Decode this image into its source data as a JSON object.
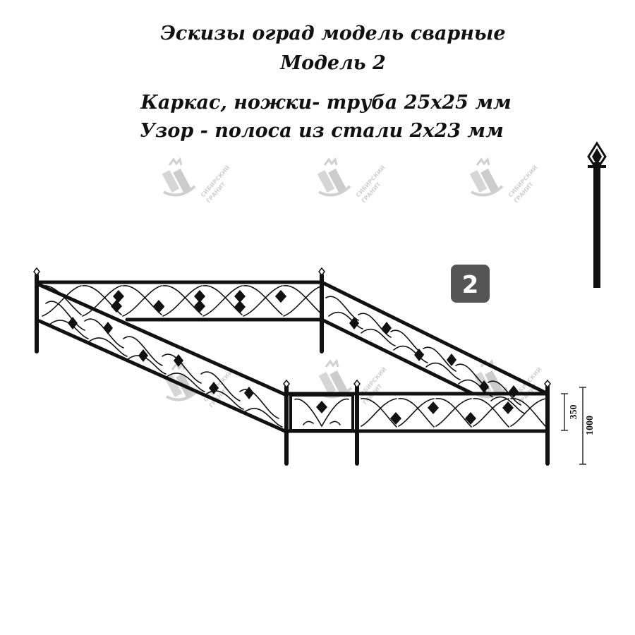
{
  "header": {
    "title": "Эскизы оград модель сварные",
    "model": "Модель 2"
  },
  "specs": {
    "frame": "Каркас, ножки- труба 25х25 мм",
    "pattern": "Узор - полоса из стали 2х23 мм"
  },
  "badge": {
    "label": "2",
    "color": "#555555"
  },
  "dimensions": {
    "section_height": "350",
    "total_height": "1000"
  },
  "watermark": {
    "line1": "СИБИРСКИЙ",
    "line2": "ГРАНИТ",
    "icon": "granite-candle-logo-icon"
  },
  "colors": {
    "metal": "#111111",
    "watermark": "#c8c8c8"
  }
}
